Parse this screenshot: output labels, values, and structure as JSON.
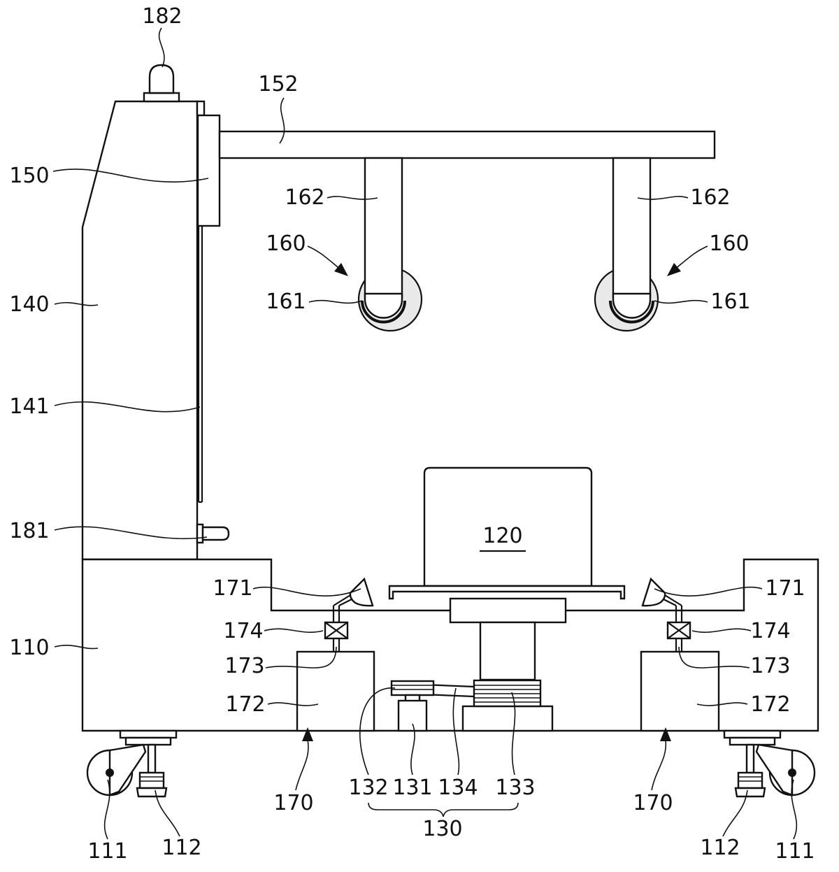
{
  "labels": {
    "l182": "182",
    "l152": "152",
    "l150": "150",
    "l140": "140",
    "l141": "141",
    "l181": "181",
    "l110": "110",
    "l162": "162",
    "l160": "160",
    "l161": "161",
    "l120": "120",
    "l171": "171",
    "l174": "174",
    "l173": "173",
    "l172": "172",
    "l170": "170",
    "l132": "132",
    "l131": "131",
    "l134": "134",
    "l133": "133",
    "l130": "130",
    "l111": "111",
    "l112": "112"
  },
  "colors": {
    "line": "#111111",
    "background": "#ffffff",
    "roller_fill": "#e9e9e9"
  }
}
